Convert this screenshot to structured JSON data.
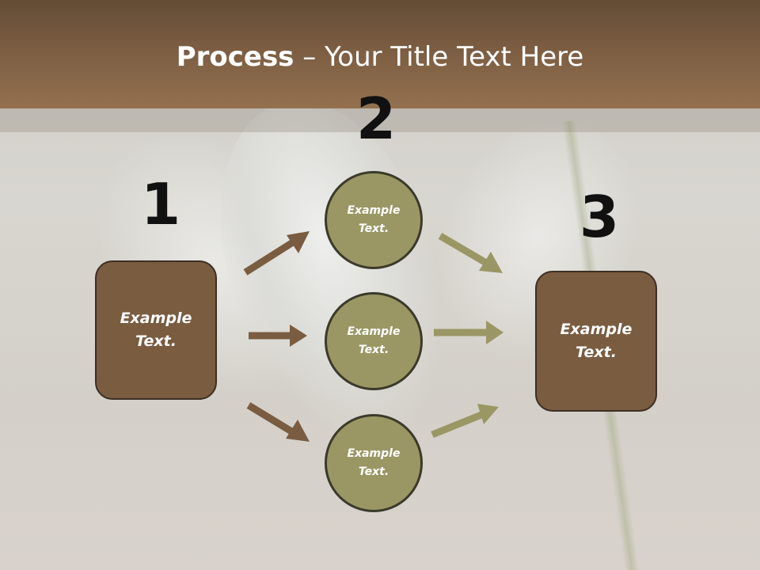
{
  "title": {
    "bold": "Process",
    "rest": " – Your Title Text Here"
  },
  "steps": [
    {
      "number": "1"
    },
    {
      "number": "2"
    },
    {
      "number": "3"
    }
  ],
  "left_box": {
    "text": "Example Text."
  },
  "circles": [
    {
      "text": "Example Text."
    },
    {
      "text": "Example Text."
    },
    {
      "text": "Example Text."
    }
  ],
  "right_box": {
    "text": "Example Text."
  },
  "colors": {
    "header": "#7e5f44",
    "box_fill": "#7a5c40",
    "circle_fill": "#9a9765",
    "arrow_brown": "#7a5c40",
    "arrow_olive": "#9a9765"
  }
}
